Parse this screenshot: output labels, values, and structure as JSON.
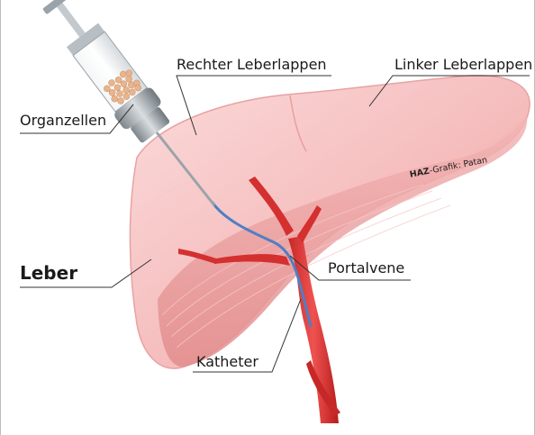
{
  "labels": {
    "rechter_leberlappen": "Rechter Leberlappen",
    "linker_leberlappen": "Linker Leberlappen",
    "organzellen": "Organzellen",
    "leber": "Leber",
    "portalvene": "Portalvene",
    "katheter": "Katheter"
  },
  "credit": {
    "brand": "HAZ",
    "text": "-Grafik: Patan"
  },
  "colors": {
    "liver_light": "#f9d3d3",
    "liver_mid": "#f2b0b0",
    "liver_dark": "#e79595",
    "vessel": "#e23a3a",
    "vessel_dark": "#b71c1c",
    "catheter": "#4f7fc4",
    "syringe_body": "#e8ecef",
    "syringe_rim": "#8c959c",
    "leader_line": "#333333"
  }
}
